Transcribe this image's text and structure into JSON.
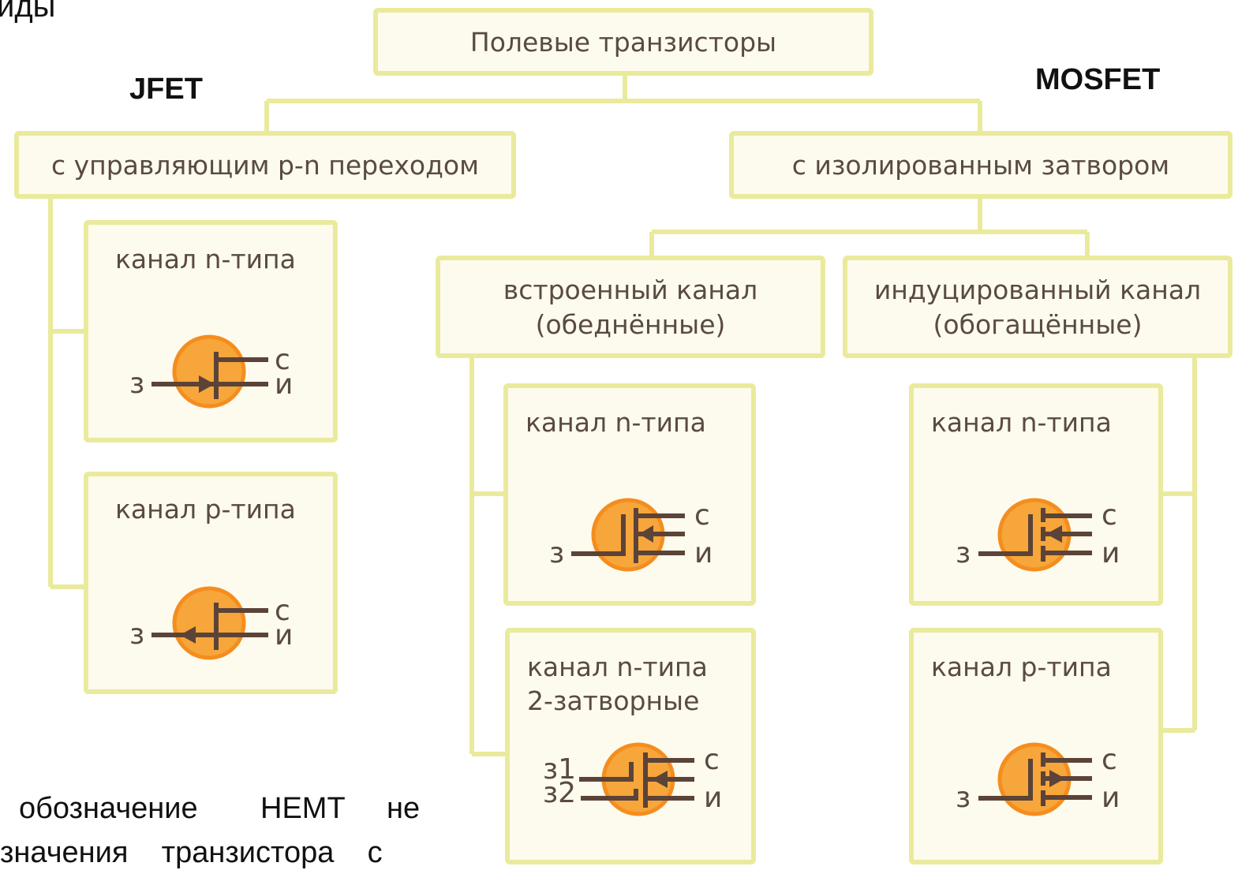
{
  "header_partial": "иды",
  "root": {
    "label": "Полевые транзисторы"
  },
  "group_titles": {
    "jfet": "JFET",
    "mosfet": "MOSFET"
  },
  "jfet": {
    "label": "с управляющим p-n переходом",
    "leaves": [
      {
        "label": "канал n-типа",
        "gate": "з",
        "drain": "с",
        "source": "и"
      },
      {
        "label": "канал p-типа",
        "gate": "з",
        "drain": "с",
        "source": "и"
      }
    ]
  },
  "mosfet": {
    "label": "с изолированным затвором",
    "depletion": {
      "label_line1": "встроенный канал",
      "label_line2": "(обеднённые)",
      "leaves": [
        {
          "label": "канал n-типа",
          "gate": "з",
          "drain": "с",
          "source": "и"
        },
        {
          "label_line1": "канал n-типа",
          "label_line2": "2-затворные",
          "gate1": "з1",
          "gate2": "з2",
          "drain": "с",
          "source": "и"
        }
      ]
    },
    "enhancement": {
      "label_line1": "индуцированный канал",
      "label_line2": "(обогащённые)",
      "leaves": [
        {
          "label": "канал n-типа",
          "gate": "з",
          "drain": "с",
          "source": "и"
        },
        {
          "label": "канал p-типа",
          "gate": "з",
          "drain": "с",
          "source": "и"
        }
      ]
    }
  },
  "footer": {
    "line1_word1": "обозначение",
    "line1_word2": "HEMT",
    "line1_word3": "не",
    "line2": "значения    транзистора    с"
  },
  "colors": {
    "box_fill": "#fcfbee",
    "box_border": "#eaea9c",
    "circle_fill": "#f6a63a",
    "circle_stroke": "#f58d1e",
    "symbol_line": "#5c4338",
    "text": "#5a4a42"
  }
}
